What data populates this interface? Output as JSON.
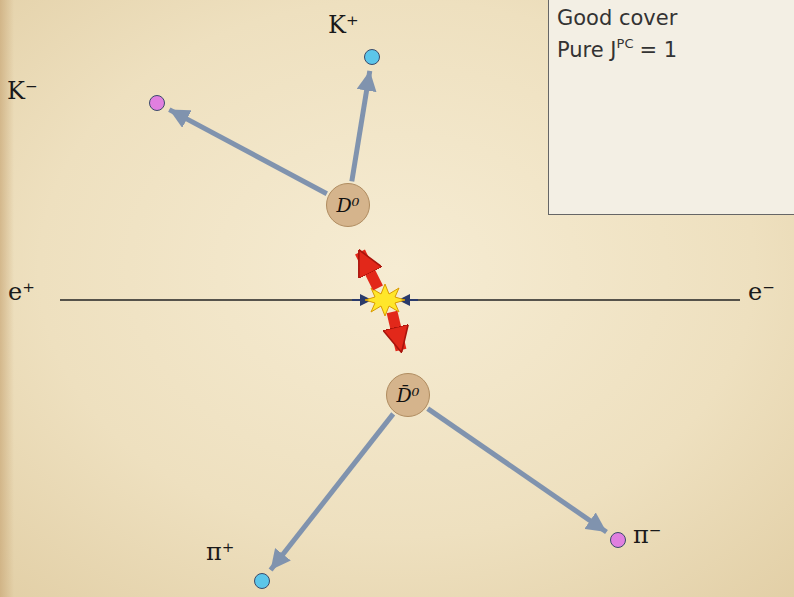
{
  "diagram": {
    "nodes": [
      {
        "text": [
          "Good cover",
          "Pure J",
          "PC",
          "= 1"
        ]
      },
      {
        "text": [
          "K⁺"
        ]
      },
      {
        "text": [
          "K⁻"
        ]
      },
      {
        "text": [
          "D⁰"
        ]
      },
      {
        "text": [
          "D̄⁰"
        ]
      },
      {
        "text": [
          "π⁻"
        ]
      },
      {
        "text": [
          "π⁺"
        ]
      }
    ],
    "edges": [
      {
        "from": 3,
        "to": 1,
        "arrow": "to"
      },
      {
        "from": 3,
        "to": 2,
        "arrow": "to"
      },
      {
        "from": 4,
        "to": 5,
        "arrow": "to"
      },
      {
        "from": 4,
        "to": 6,
        "arrow": "to"
      }
    ],
    "labels": [
      "e⁺",
      "e⁻"
    ]
  }
}
